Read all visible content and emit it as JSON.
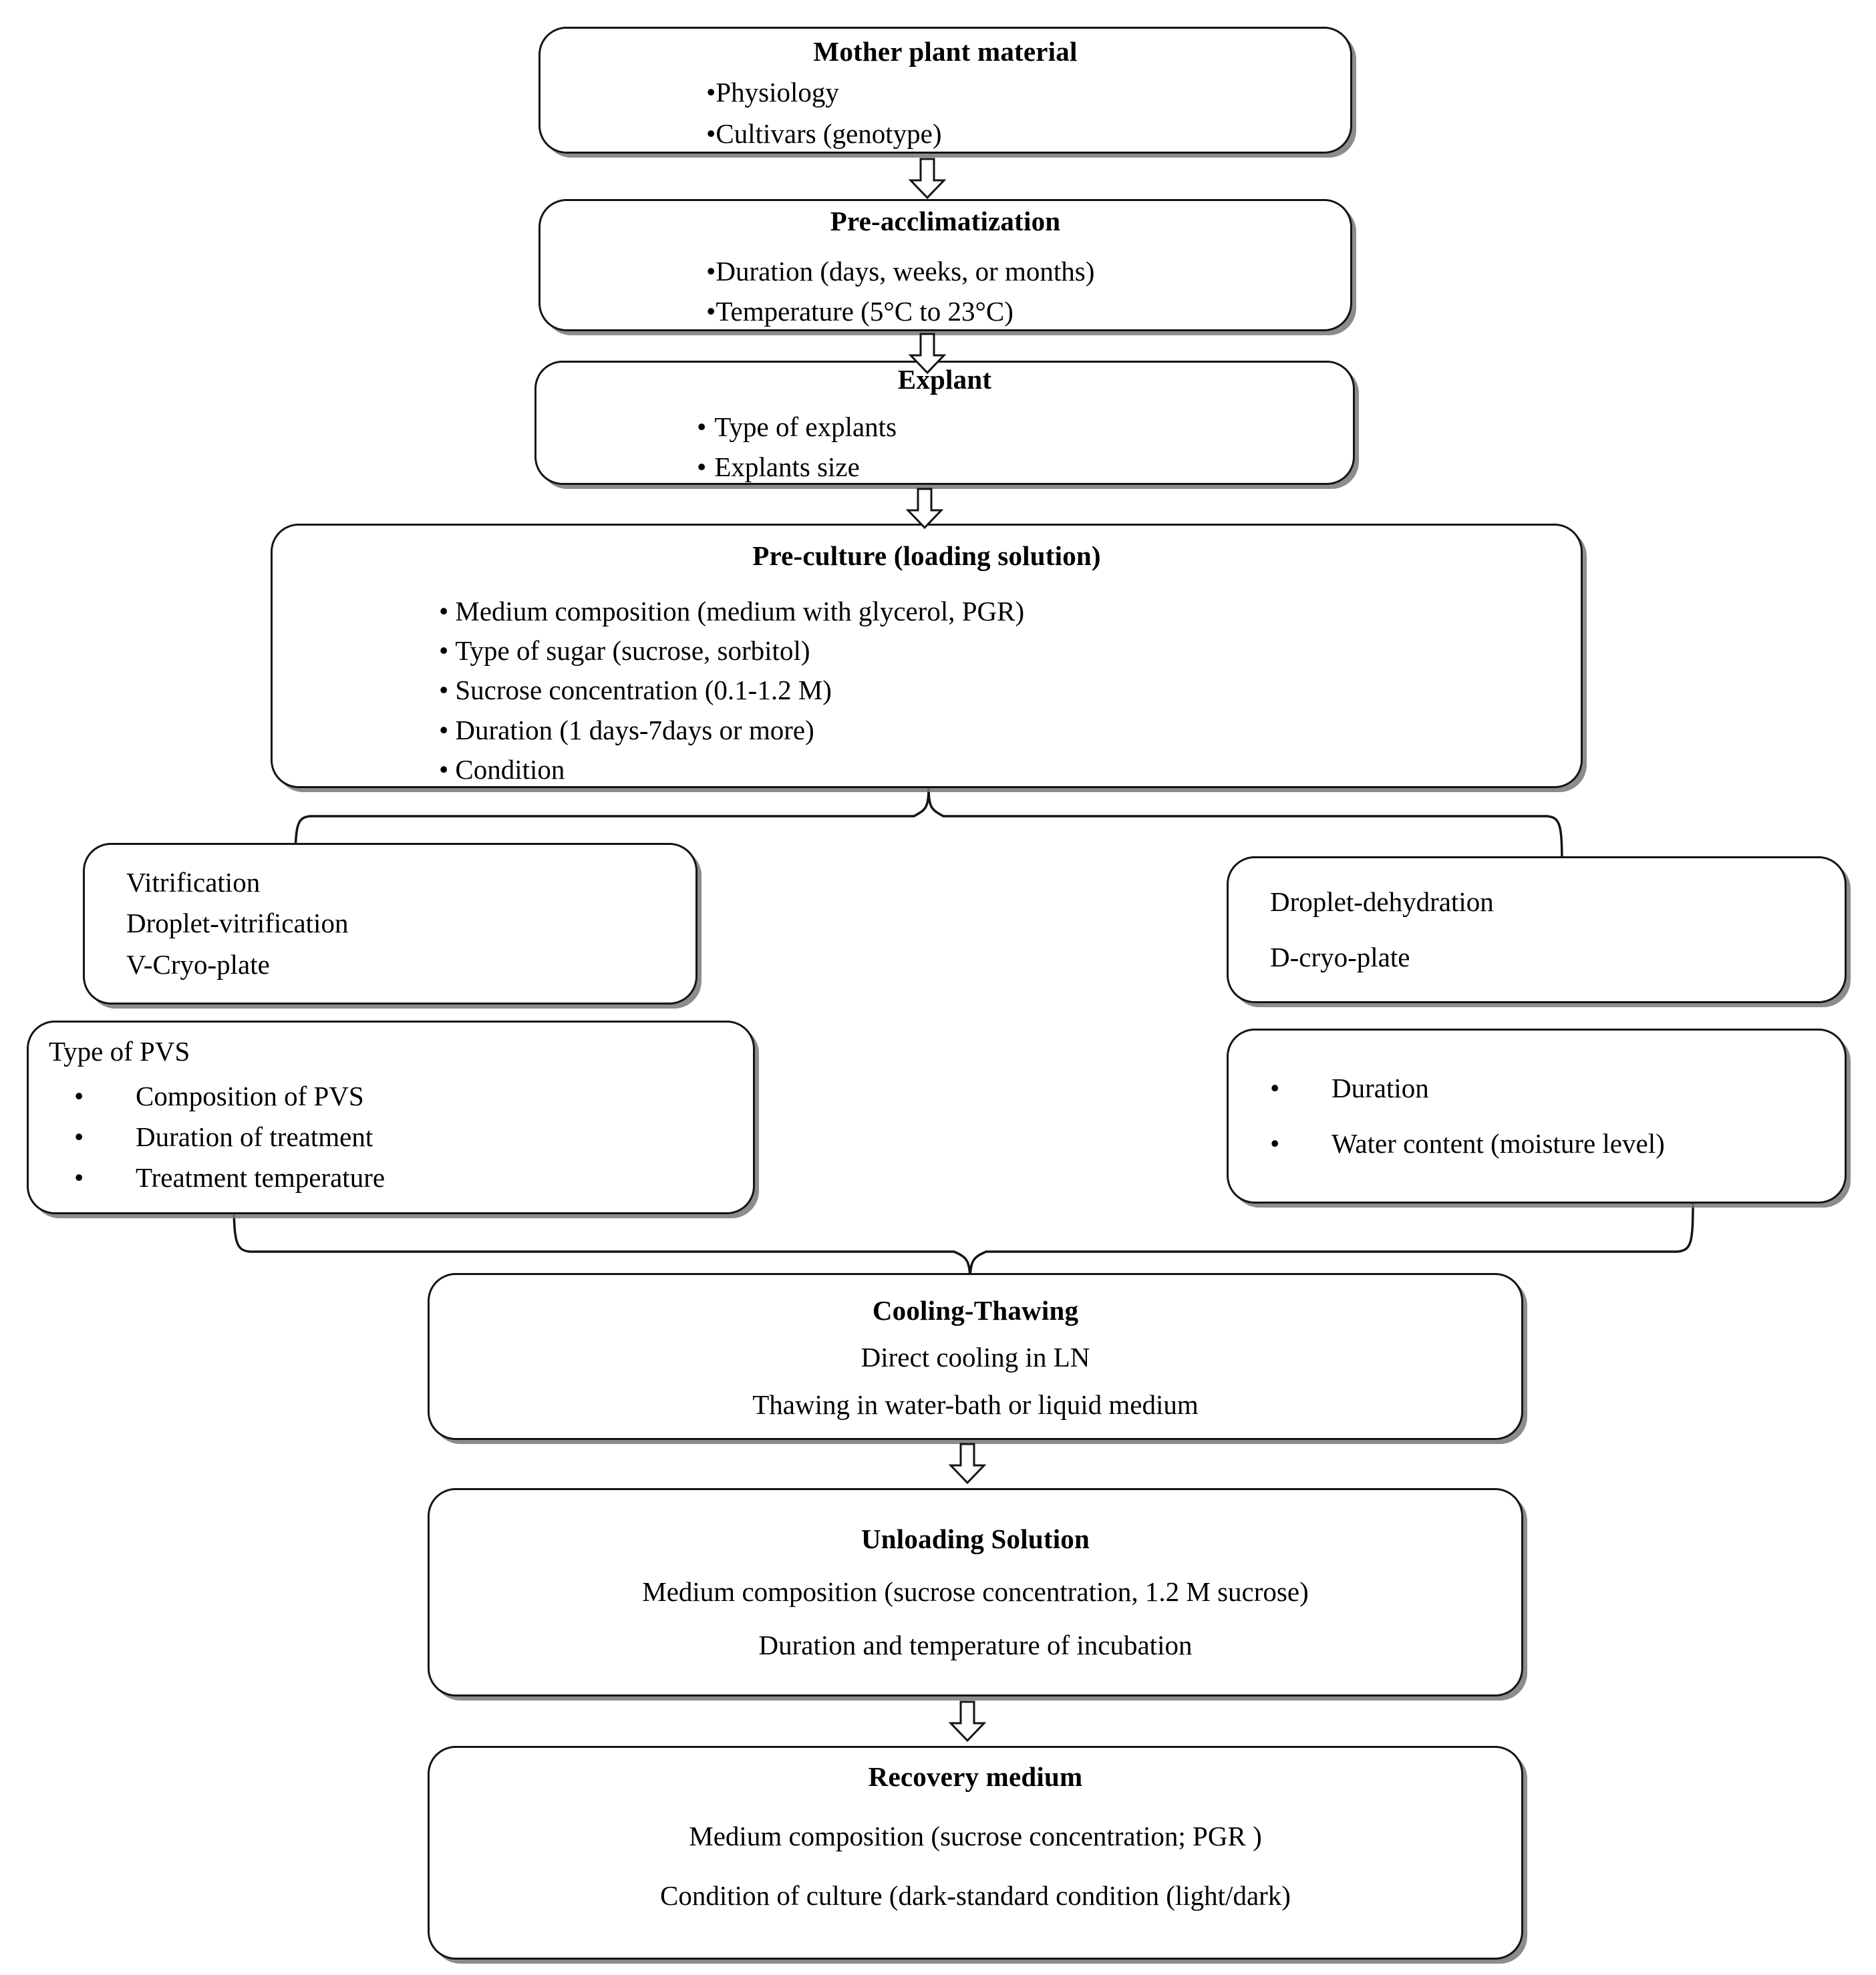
{
  "diagram": {
    "title": "Cryopreservation protocol flowchart",
    "colors": {
      "line": "#141414",
      "shadow": "#787878",
      "background": "#ffffff",
      "text": "#000000"
    },
    "nodes": {
      "mother_plant": {
        "heading": "Mother plant material",
        "items": [
          "Physiology",
          "Cultivars (genotype)"
        ],
        "bullet": "•"
      },
      "pre_acclimatization": {
        "heading": "Pre-acclimatization",
        "items": [
          "Duration (days, weeks, or months)",
          "Temperature (5°C to 23°C)"
        ],
        "bullet": "•"
      },
      "explant": {
        "heading": "Explant",
        "items": [
          "Type of explants",
          "Explants size"
        ],
        "bullet": "•"
      },
      "pre_culture": {
        "heading": "Pre-culture (loading solution)",
        "items": [
          "Medium composition (medium with glycerol, PGR)",
          "Type of sugar (sucrose, sorbitol)",
          "Sucrose concentration (0.1-1.2 M)",
          "Duration (1 days-7days or more)",
          "Condition"
        ],
        "bullet": "•"
      },
      "vitrification_methods": {
        "items": [
          "Vitrification",
          "Droplet-vitrification",
          "V-Cryo-plate"
        ]
      },
      "dehydration_methods": {
        "items": [
          "Droplet-dehydration",
          "D-cryo-plate"
        ]
      },
      "pvs": {
        "heading": "Type of PVS",
        "items": [
          "Composition of PVS",
          "Duration of treatment",
          "Treatment temperature"
        ],
        "bullet": "•"
      },
      "dehydration_params": {
        "items": [
          "Duration",
          "Water content (moisture level)"
        ],
        "bullet": "•"
      },
      "cooling_thawing": {
        "heading": "Cooling-Thawing",
        "items": [
          "Direct cooling in LN",
          "Thawing in water-bath or liquid medium"
        ]
      },
      "unloading_solution": {
        "heading": "Unloading Solution",
        "items": [
          "Medium composition (sucrose concentration, 1.2 M sucrose)",
          "Duration and temperature of incubation"
        ]
      },
      "recovery_medium": {
        "heading": "Recovery medium",
        "items": [
          "Medium composition (sucrose concentration; PGR )",
          "Condition of culture (dark-standard condition (light/dark)"
        ]
      }
    },
    "connectors": {
      "arrow_glyph": "down-arrow",
      "split_label": "brace-split",
      "merge_label": "brace-merge"
    }
  }
}
